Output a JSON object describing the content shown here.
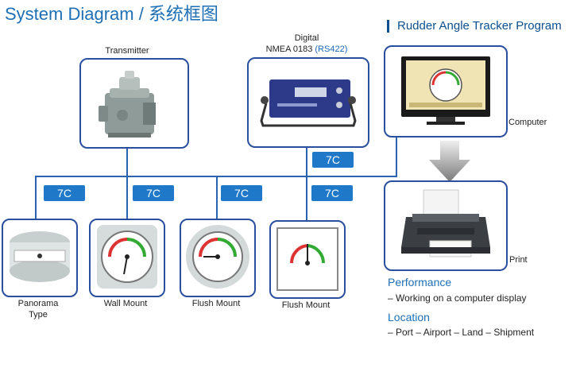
{
  "title": "System Diagram / 系统框图",
  "program_title": "Rudder Angle Tracker Program",
  "transmitter_label": "Transmitter",
  "digital_label_1": "Digital",
  "digital_label_2": "NMEA 0183",
  "digital_label_rs": "(RS422)",
  "computer_label": "Computer",
  "print_label": "Print",
  "cable_tag": "7C",
  "devices": [
    {
      "label": "Panorama",
      "label2": "Type"
    },
    {
      "label": "Wall Mount"
    },
    {
      "label": "Flush Mount"
    },
    {
      "label": "Flush Mount"
    }
  ],
  "performance": {
    "heading": "Performance",
    "item": "– Working on a computer display"
  },
  "location": {
    "heading": "Location",
    "items": "– Port  – Airport  – Land  – Shipment"
  },
  "colors": {
    "accent": "#1f6fb5",
    "frame": "#2a4f9e",
    "wire": "#2a63b0",
    "tag": "#1f78c8"
  }
}
